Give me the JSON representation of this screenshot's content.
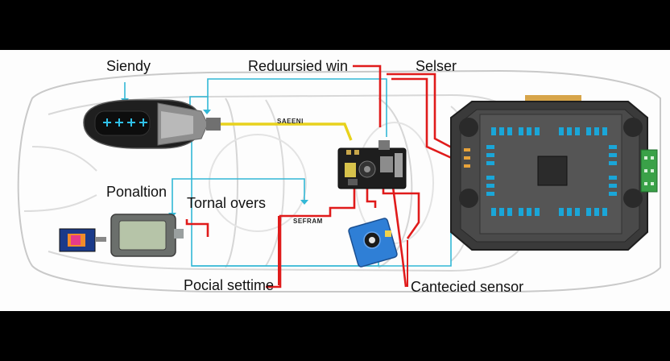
{
  "labels": {
    "siendy": "Siendy",
    "reduursied_win": "Reduursied win",
    "selser": "Selser",
    "ponaltion": "Ponaltion",
    "tornal_overs": "Tornal overs",
    "pocial_settime": "Pocial settime",
    "cantecied_sensor": "Cantecied sensor"
  },
  "wire_labels": {
    "yellow_wire": "SAEENI",
    "red_wire": "SEFRAM"
  },
  "colors": {
    "cyan_wire": "#33b8d6",
    "red_wire": "#e01b1b",
    "yellow_wire": "#e8d21c",
    "car_outline": "#c9c9c9",
    "ecu_body": "#3a3a3a",
    "ecu_pins": "#1aa6d8",
    "sensor_blue": "#2f7fd6",
    "frame": "#000000"
  }
}
